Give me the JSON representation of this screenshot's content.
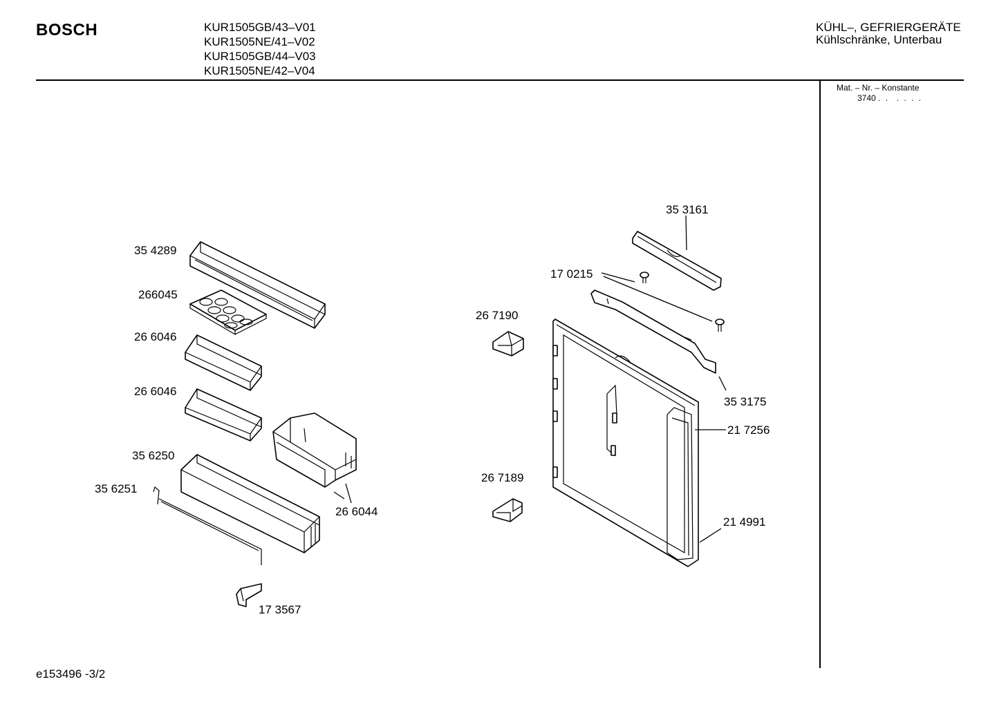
{
  "header": {
    "brand": "BOSCH",
    "models": [
      "KUR1505GB/43–V01",
      "KUR1505NE/41–V02",
      "KUR1505GB/44–V03",
      "KUR1505NE/42–V04"
    ],
    "category_line1": "KÜHL–, GEFRIERGERÄTE",
    "category_line2": "Kühlschränke, Unterbau"
  },
  "sidebar": {
    "mat_header": "Mat. – Nr. – Konstante",
    "mat_value": "3740 . .  . . . .",
    "mat_value_number": "3740",
    "mat_value_dots": ". .  . . . ."
  },
  "parts": {
    "p354289": "35 4289",
    "p266045": "266045",
    "p266046a": "26 6046",
    "p266046b": "26 6046",
    "p356250": "35 6250",
    "p356251": "35 6251",
    "p266044": "26 6044",
    "p173567": "17 3567",
    "p353161": "35 3161",
    "p170215": "17 0215",
    "p267190": "26 7190",
    "p353175": "35 3175",
    "p217256": "21 7256",
    "p267189": "26 7189",
    "p214991": "21 4991"
  },
  "footer": {
    "code": "e153496 -3/2"
  }
}
